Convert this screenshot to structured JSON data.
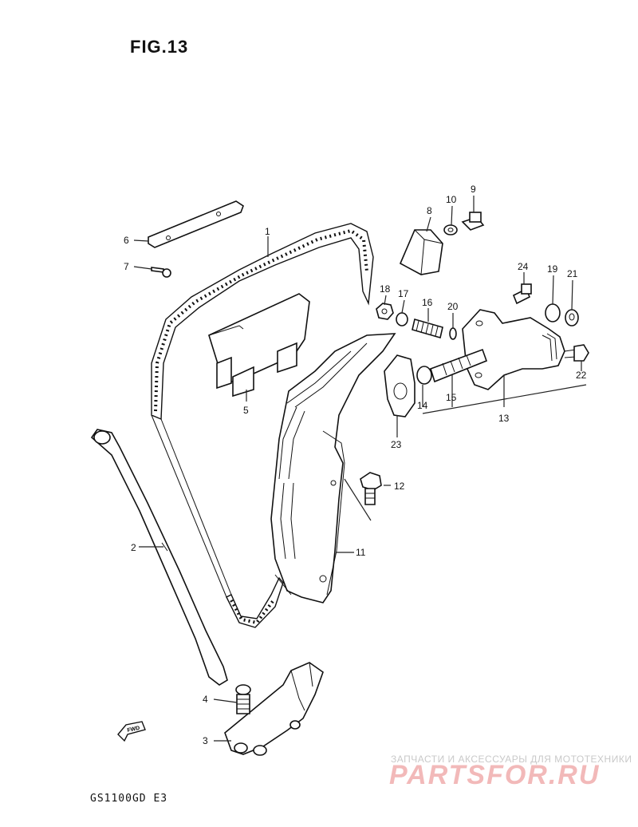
{
  "figure": {
    "title": "FIG.13",
    "model": "GS1100GD E3",
    "fwd_label": "FWD"
  },
  "watermark": {
    "tagline": "ЗАПЧАСТИ И АКСЕССУАРЫ ДЛЯ МОТОТЕХНИКИ",
    "logo": "PARTSFOR.RU"
  },
  "callouts": {
    "c1": "1",
    "c2": "2",
    "c3": "3",
    "c4": "4",
    "c5": "5",
    "c6": "6",
    "c7": "7",
    "c8": "8",
    "c9": "9",
    "c10": "10",
    "c11": "11",
    "c12": "12",
    "c13": "13",
    "c14": "14",
    "c15": "15",
    "c16": "16",
    "c17": "17",
    "c18": "18",
    "c19": "19",
    "c20": "20",
    "c21": "21",
    "c22": "22",
    "c23": "23",
    "c24": "24"
  }
}
